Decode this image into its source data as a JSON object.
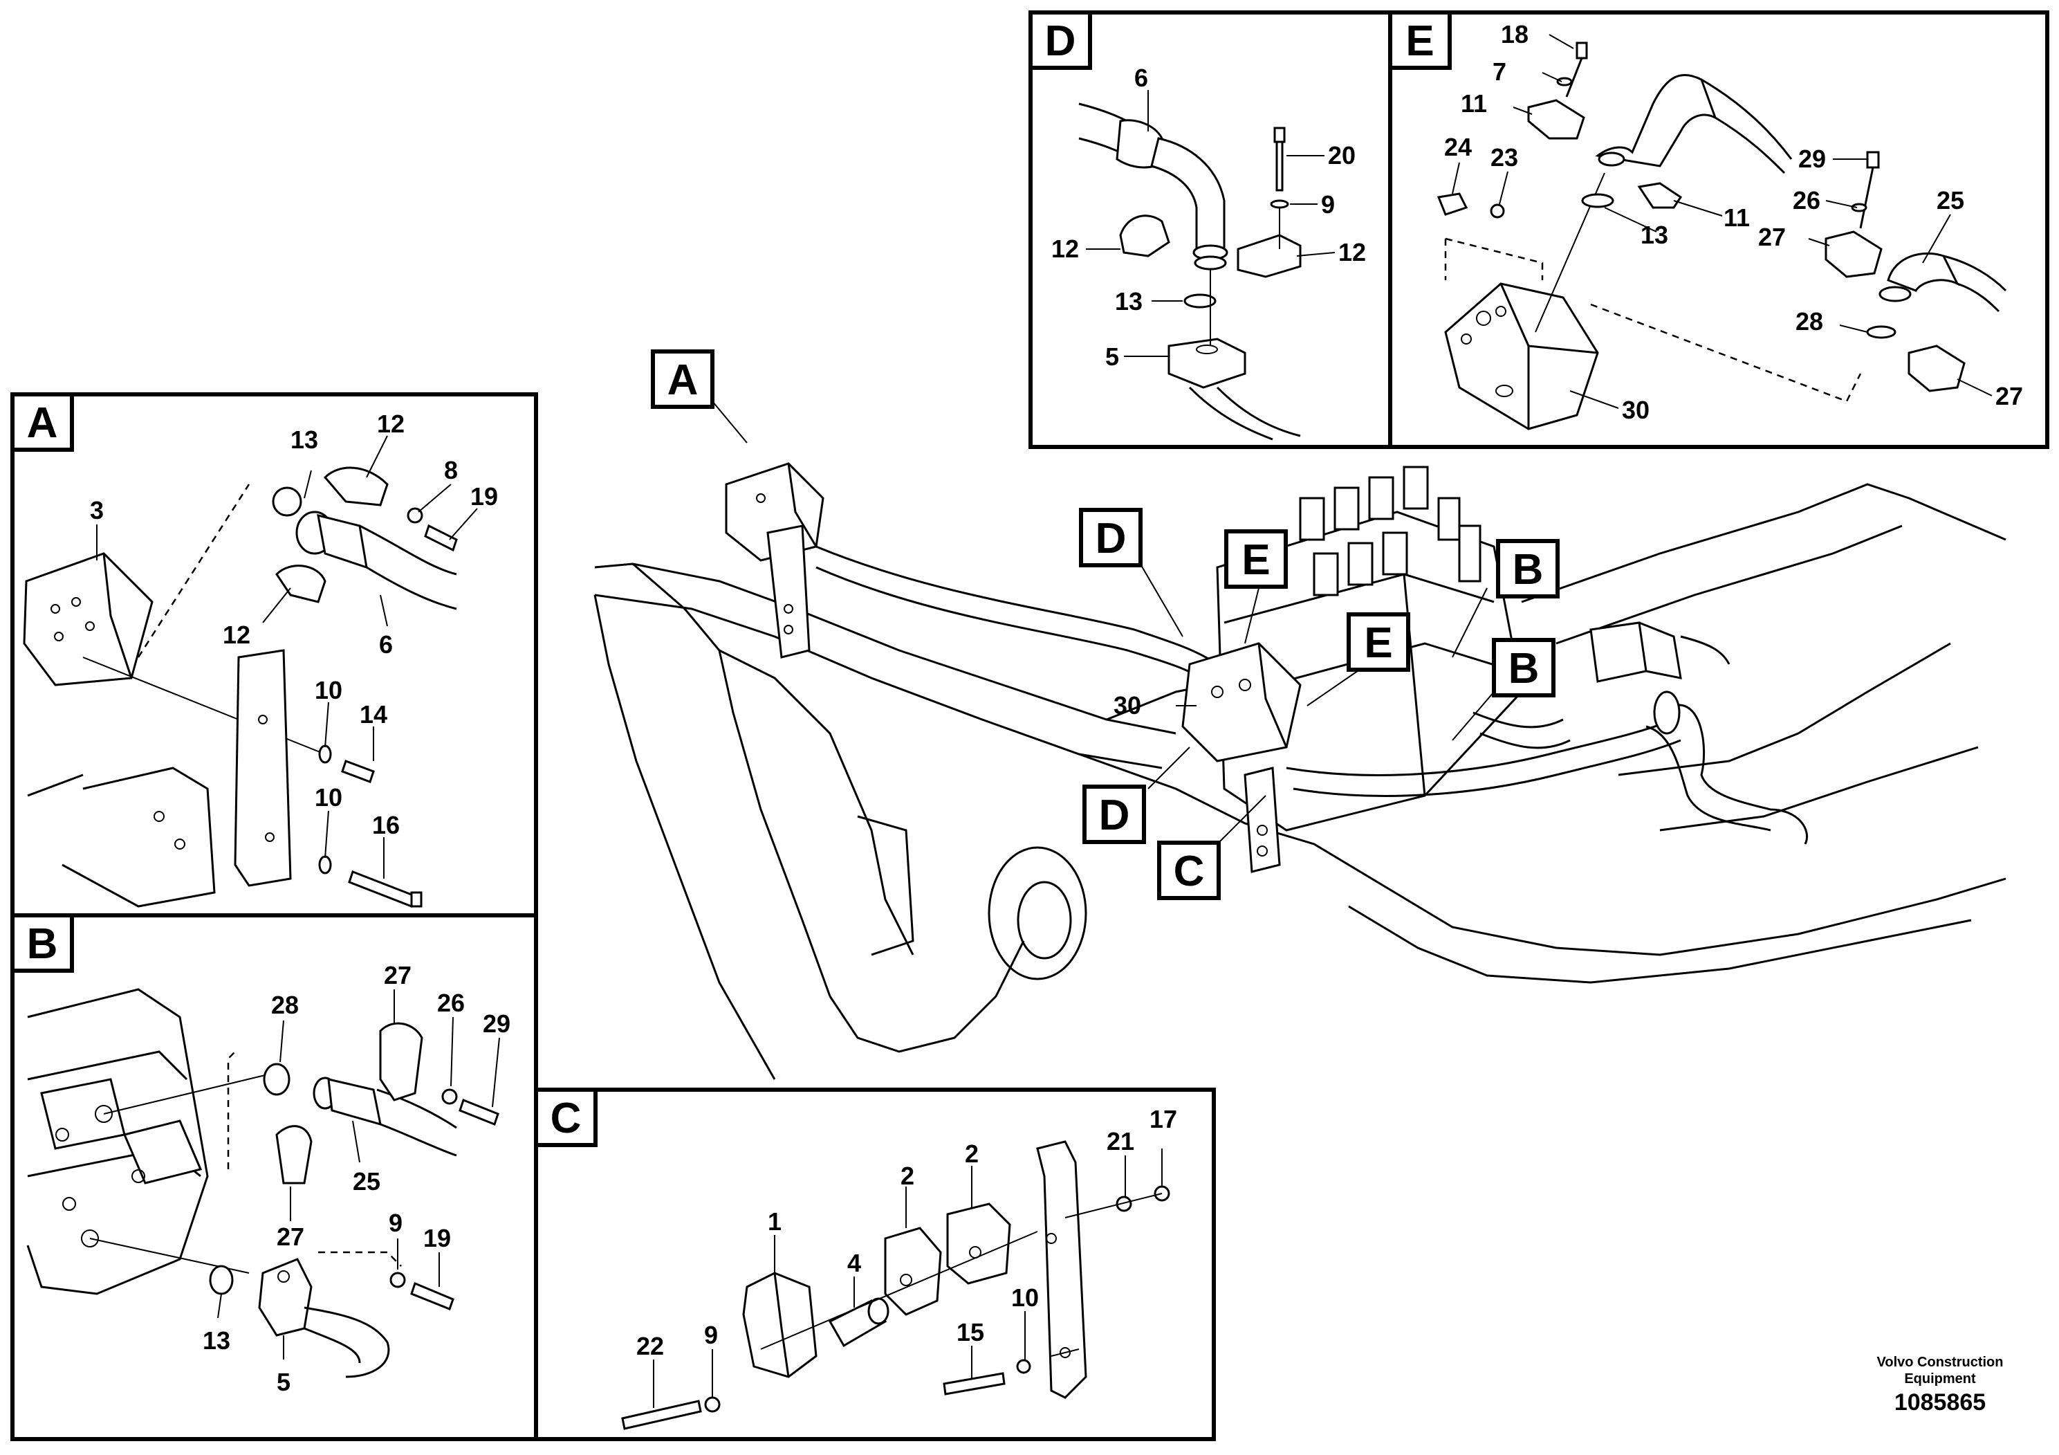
{
  "detail_views": {
    "A": {
      "label": "A",
      "parts": [
        "13",
        "12",
        "8",
        "19",
        "3",
        "12",
        "6",
        "10",
        "14",
        "10",
        "16"
      ]
    },
    "B": {
      "label": "B",
      "parts": [
        "27",
        "28",
        "26",
        "29",
        "25",
        "27",
        "9",
        "19",
        "13",
        "5"
      ]
    },
    "C": {
      "label": "C",
      "parts": [
        "2",
        "2",
        "1",
        "21",
        "17",
        "4",
        "10",
        "22",
        "9",
        "15"
      ]
    },
    "D": {
      "label": "D",
      "parts": [
        "6",
        "20",
        "9",
        "12",
        "12",
        "13",
        "5"
      ]
    },
    "E": {
      "label": "E",
      "parts": [
        "18",
        "7",
        "11",
        "24",
        "23",
        "29",
        "26",
        "25",
        "11",
        "13",
        "27",
        "28",
        "27",
        "30"
      ]
    }
  },
  "overview_callouts": [
    "A",
    "D",
    "E",
    "B",
    "E",
    "B",
    "30",
    "D",
    "C"
  ],
  "footer": {
    "company_line1": "Volvo Construction",
    "company_line2": "Equipment",
    "drawing_id": "1085865"
  }
}
